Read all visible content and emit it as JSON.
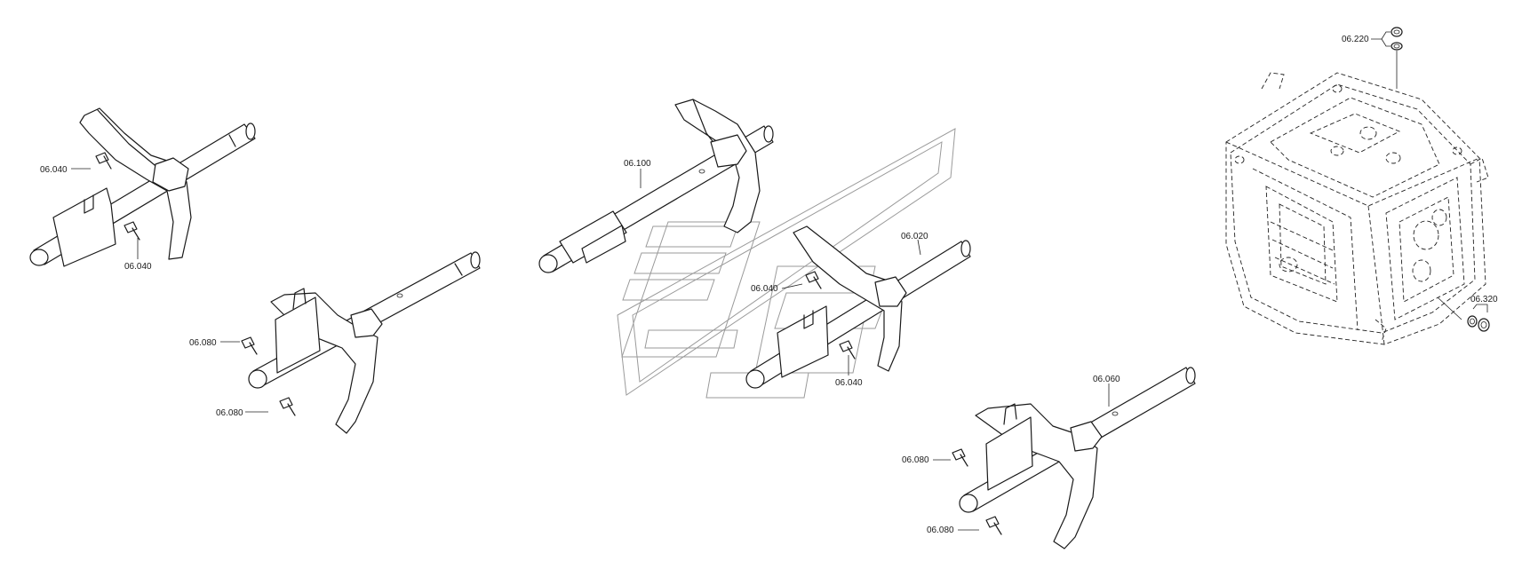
{
  "labels": {
    "a_040_top": "06.040",
    "a_040_bottom": "06.040",
    "b_080_top": "06.080",
    "b_080_bottom": "06.080",
    "c_100": "06.100",
    "d_020": "06.020",
    "d_040_top": "06.040",
    "d_040_bottom": "06.040",
    "e_060": "06.060",
    "e_080_top": "06.080",
    "e_080_bottom": "06.080",
    "f_220": "06.220",
    "f_320": "06.320"
  }
}
